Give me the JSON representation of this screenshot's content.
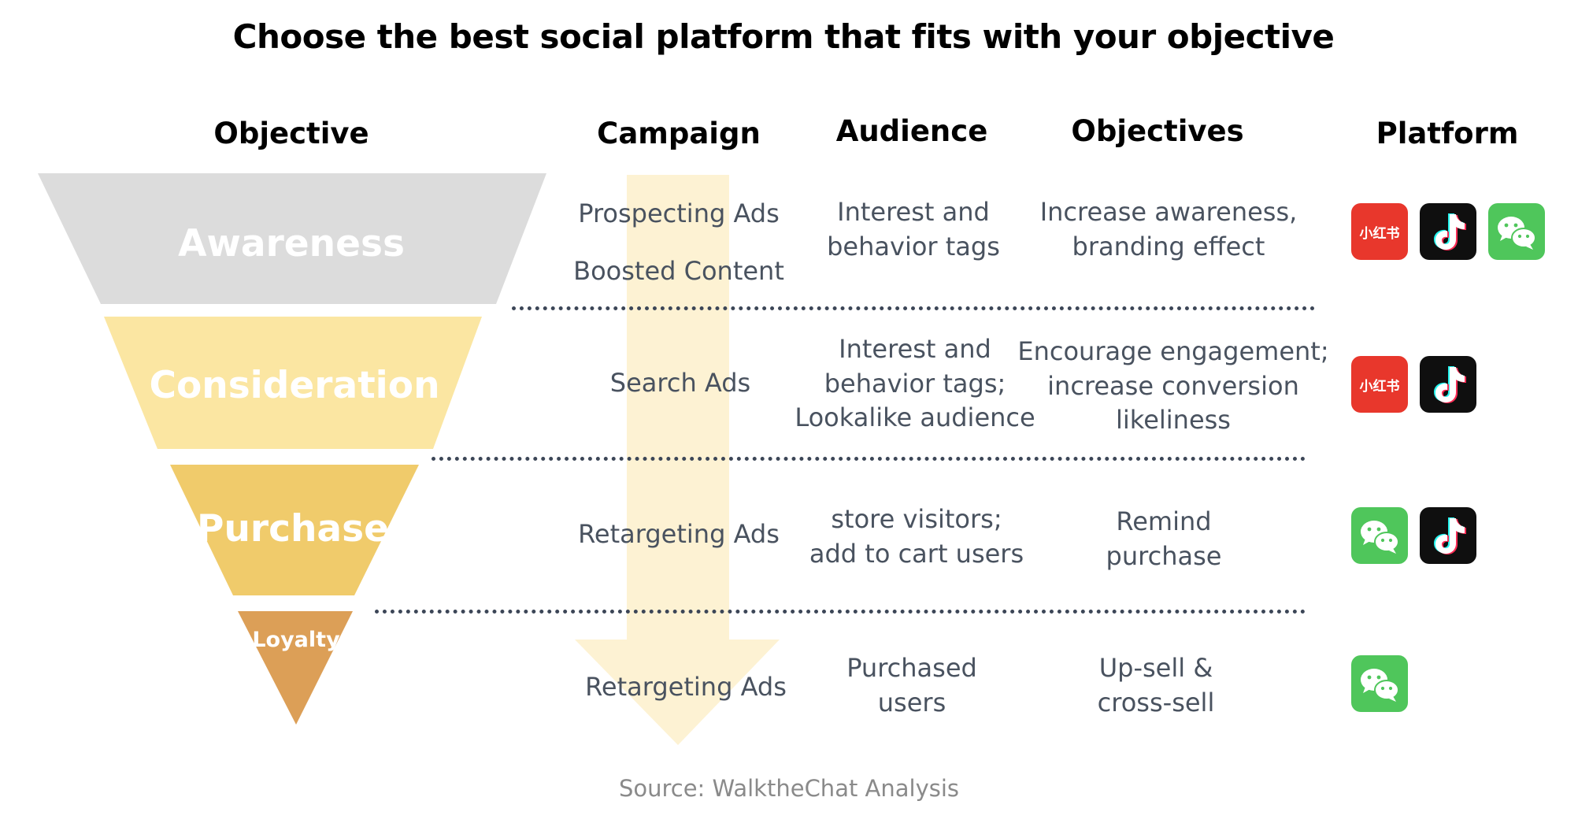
{
  "title": "Choose the best social platform that fits with your objective",
  "headers": {
    "objective": "Objective",
    "campaign": "Campaign",
    "audience": "Audience",
    "objectives": "Objectives",
    "platform": "Platform"
  },
  "funnel": [
    {
      "label": "Awareness",
      "color": "#dcdcdc"
    },
    {
      "label": "Consideration",
      "color": "#fbe6a2"
    },
    {
      "label": "Purchase",
      "color": "#f0cb6b"
    },
    {
      "label": "Loyalty",
      "color": "#dc9f57"
    }
  ],
  "rows": [
    {
      "campaign": [
        "Prospecting Ads",
        "Boosted Content"
      ],
      "audience": [
        "Interest and",
        "behavior tags"
      ],
      "objectives": [
        "Increase awareness,",
        "branding effect"
      ],
      "platforms": [
        "xiaohongshu",
        "douyin",
        "wechat"
      ]
    },
    {
      "campaign": [
        "Search Ads"
      ],
      "audience": [
        "Interest and",
        "behavior tags;",
        "Lookalike audience"
      ],
      "objectives": [
        "Encourage engagement;",
        "increase conversion",
        "likeliness"
      ],
      "platforms": [
        "xiaohongshu",
        "douyin"
      ]
    },
    {
      "campaign": [
        "Retargeting Ads"
      ],
      "audience": [
        "store visitors;",
        "add to cart users"
      ],
      "objectives": [
        "Remind",
        "purchase"
      ],
      "platforms": [
        "wechat",
        "douyin"
      ]
    },
    {
      "campaign": [
        "Retargeting Ads"
      ],
      "audience": [
        "Purchased",
        "users"
      ],
      "objectives": [
        "Up-sell &",
        "cross-sell"
      ],
      "platforms": [
        "wechat"
      ]
    }
  ],
  "icons": {
    "xiaohongshu": {
      "text": "小红书",
      "bg": "#e8372c"
    },
    "douyin": {
      "bg": "#0f0f0f"
    },
    "wechat": {
      "bg": "#4fc65b"
    }
  },
  "arrow_color": "#fdf2d3",
  "source": "Source: WalktheChat Analysis"
}
